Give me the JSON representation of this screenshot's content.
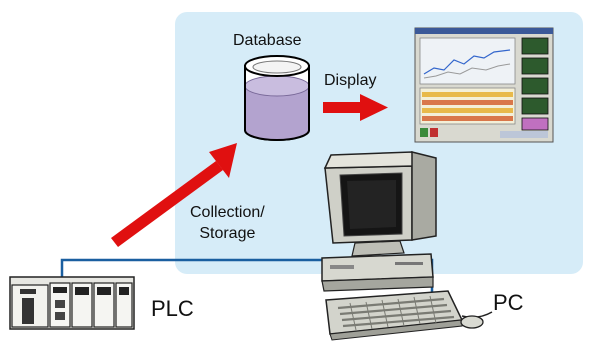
{
  "labels": {
    "database": "Database",
    "display": "Display",
    "collection_line1": "Collection/",
    "collection_line2": "Storage",
    "plc": "PLC",
    "pc": "PC"
  },
  "colors": {
    "panel": "#d6ecf8",
    "arrow": "#e01010",
    "cable": "#1a5fa0",
    "db_liquid": "#b3a3cf"
  }
}
